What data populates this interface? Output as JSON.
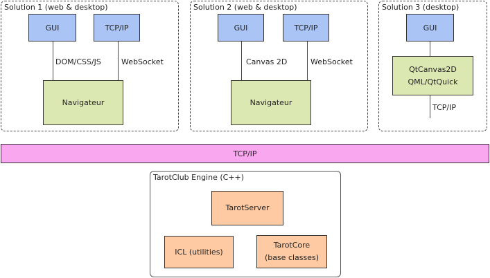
{
  "solution1": {
    "title": "Solution 1 (web & desktop)",
    "gui": "GUI",
    "tcpip": "TCP/IP",
    "link_left": "DOM/CSS/JS",
    "link_right": "WebSocket",
    "navigator": "Navigateur"
  },
  "solution2": {
    "title": "Solution 2 (web & desktop)",
    "gui": "GUI",
    "tcpip": "TCP/IP",
    "link_left": "Canvas 2D",
    "link_right": "WebSocket",
    "navigator": "Navigateur"
  },
  "solution3": {
    "title": "Solution 3 (desktop)",
    "gui": "GUI",
    "qt_line1": "QtCanvas2D",
    "qt_line2": "QML/QtQuick",
    "link_bottom": "TCP/IP"
  },
  "bus": {
    "label": "TCP/IP"
  },
  "engine": {
    "title": "TarotClub Engine (C++)",
    "server": "TarotServer",
    "icl": "ICL (utilities)",
    "core_line1": "TarotCore",
    "core_line2": "(base classes)"
  },
  "colors": {
    "gui_blue": "#a9c4f5",
    "browser_green": "#dce8b2",
    "bus_pink": "#f9a8f0",
    "engine_orange": "#fdcaa4"
  }
}
